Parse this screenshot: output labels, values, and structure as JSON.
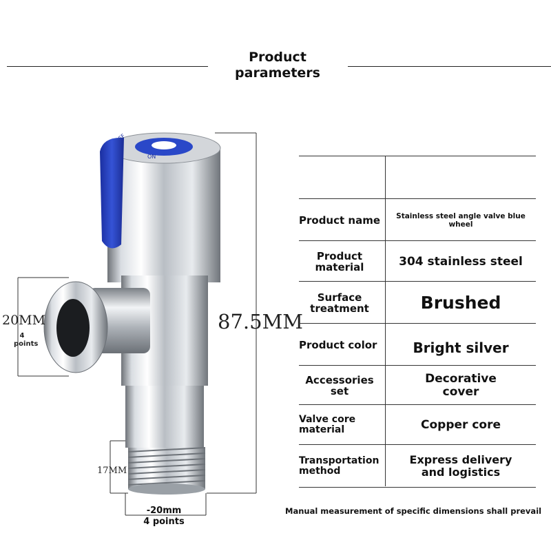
{
  "title": {
    "line1": "Product",
    "line2": "parameters"
  },
  "dimensions": {
    "height": "87.5MM",
    "side_outlet": "20MM",
    "side_outlet_note": "4 points",
    "thread_height": "17MM",
    "bottom_diameter": "-20mm",
    "bottom_note": "4 points"
  },
  "knob_marks": {
    "on": "ON",
    "off": "OFF"
  },
  "colors": {
    "accent_blue": "#1f3fbf",
    "steel": "#c8ccd2"
  },
  "table": {
    "rows": [
      {
        "label": "",
        "value": ""
      },
      {
        "label": "Product name",
        "value": "Stainless steel angle valve blue wheel"
      },
      {
        "label": "Product material",
        "value": "304 stainless steel"
      },
      {
        "label": "Surface treatment",
        "value": "Brushed"
      },
      {
        "label": "Product color",
        "value": "Bright silver"
      },
      {
        "label": "Accessories set",
        "value": "Decorative cover"
      },
      {
        "label": "Valve core material",
        "value": "Copper core"
      },
      {
        "label": "Transportation method",
        "value": "Express delivery and logistics"
      }
    ]
  },
  "footnote": "Manual measurement of specific dimensions shall prevail"
}
